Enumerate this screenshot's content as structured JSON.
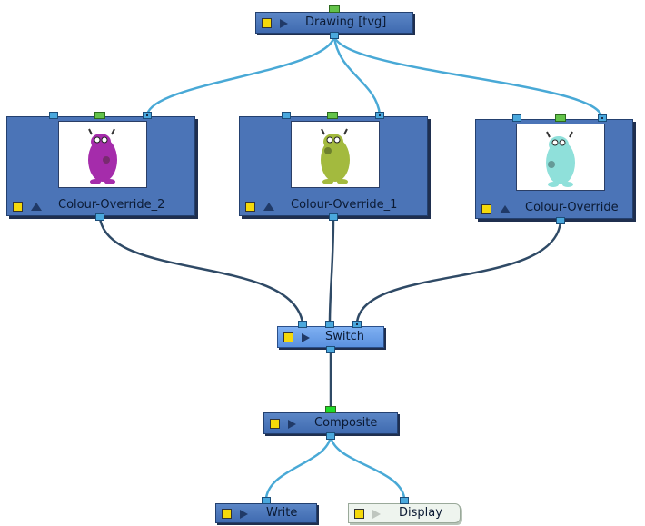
{
  "nodes": {
    "drawing": {
      "label": "Drawing  [tvg]"
    },
    "co2": {
      "label": "Colour-Override_2",
      "thumb_color": "#a52cab"
    },
    "co1": {
      "label": "Colour-Override_1",
      "thumb_color": "#a3ba3e"
    },
    "co0": {
      "label": "Colour-Override",
      "thumb_color": "#8fe0da"
    },
    "switch": {
      "label": "Switch"
    },
    "composite": {
      "label": "Composite"
    },
    "write": {
      "label": "Write"
    },
    "display": {
      "label": "Display"
    }
  },
  "colors": {
    "wire_upper": "#49a9d6",
    "wire_lower": "#2f4a66",
    "node_blue": "#4b74b7",
    "node_selected": "#6fa2ea",
    "enable_yellow": "#f5d90a"
  },
  "icons": [
    "enable-toggle-icon",
    "play-arrow-icon",
    "collapse-arrow-icon"
  ]
}
